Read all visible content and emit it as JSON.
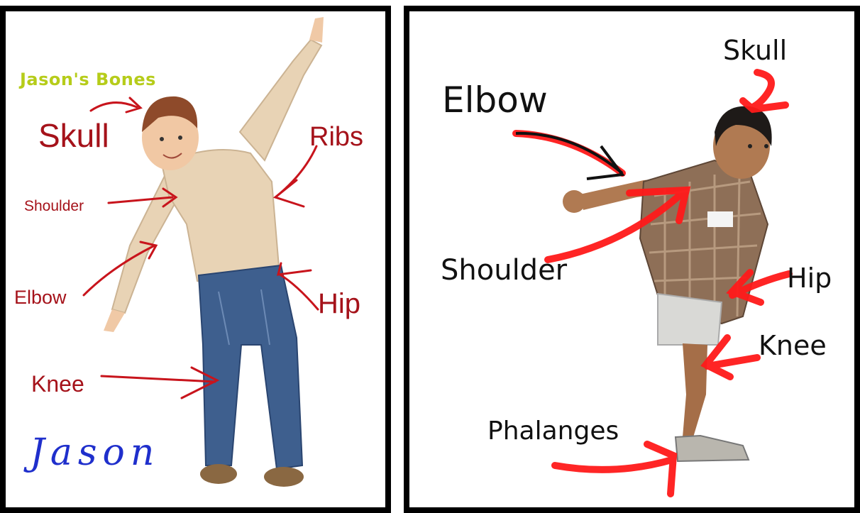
{
  "left_panel": {
    "title": "Jason's Bones",
    "labels": {
      "skull": "Skull",
      "ribs": "Ribs",
      "shoulder": "Shoulder",
      "elbow": "Elbow",
      "hip": "Hip",
      "knee": "Knee"
    },
    "signature": "Jason",
    "colors": {
      "label": "#a5121a",
      "title": "#b6cc1a",
      "signature": "#1f2fcc",
      "arrow": "#c8141c"
    }
  },
  "right_panel": {
    "labels": {
      "skull": "Skull",
      "elbow": "Elbow",
      "shoulder": "Shoulder",
      "hip": "Hip",
      "knee": "Knee",
      "phalanges": "Phalanges"
    },
    "colors": {
      "label": "#111111",
      "arrow": "#ff1a1a"
    }
  }
}
